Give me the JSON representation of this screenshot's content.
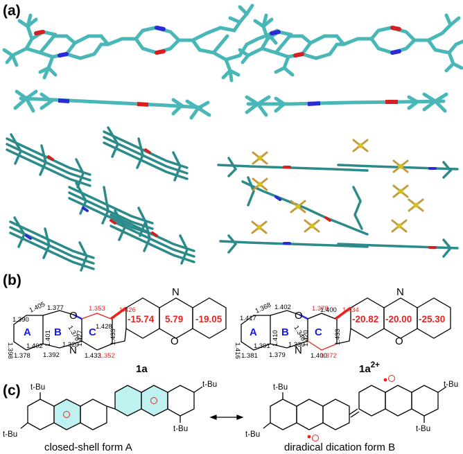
{
  "panels": {
    "a": "(a)",
    "b": "(b)",
    "c": "(c)"
  },
  "colors": {
    "carbon": "#49b7b7",
    "oxygen": "#d62020",
    "nitrogen": "#2a2ad6",
    "sulfur": "#d4c21a",
    "fluorine": "#c49a3c",
    "bond_highlight": "#e8231f",
    "aromatic_fill": "#bff1f1"
  },
  "panel_b": {
    "left": {
      "compound": "1a",
      "rings": [
        "A",
        "B",
        "C"
      ],
      "atoms": [
        "O",
        "N",
        "N",
        "O"
      ],
      "bonds_black": [
        "1.390",
        "1.405",
        "1.377",
        "1.398",
        "1.402",
        "1.401",
        "1.392",
        "1.378",
        "1.376",
        "1.320",
        "1.427",
        "1.428",
        "1.433",
        "1.433"
      ],
      "bonds_red": [
        "1.353",
        "1.426",
        "1.352"
      ],
      "nics": [
        "-15.74",
        "5.79",
        "-19.05"
      ]
    },
    "right": {
      "compound": "1a",
      "charge": "2+",
      "rings": [
        "A",
        "B",
        "C"
      ],
      "atoms": [
        "O",
        "N",
        "N",
        "O"
      ],
      "bonds_black": [
        "1.417",
        "1.368",
        "1.402",
        "1.416",
        "1.391",
        "1.410",
        "1.379",
        "1.381",
        "1.346",
        "1.330",
        "1.420",
        "1.400",
        "1.400",
        "1.433"
      ],
      "bonds_red": [
        "1.378",
        "1.434",
        "1.372"
      ],
      "nics": [
        "-20.82",
        "-20.00",
        "-25.30"
      ]
    }
  },
  "panel_c": {
    "left_caption": "closed-shell form A",
    "right_caption": "diradical dication form B",
    "tbu": "t-Bu",
    "arrow": "resonance"
  }
}
